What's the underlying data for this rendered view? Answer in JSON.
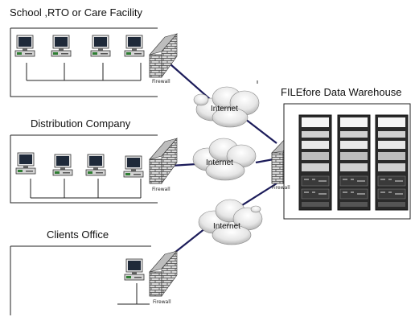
{
  "groups": {
    "school": {
      "title": "School ,RTO or Care Facility"
    },
    "distribution": {
      "title": "Distribution Company"
    },
    "clients": {
      "title": "Clients Office"
    }
  },
  "warehouse": {
    "title": "FILEfore Data Warehouse"
  },
  "firewall_label": "Firewall",
  "cloud_label": "Internet",
  "icons": {
    "computer": "desktop-computer-icon",
    "firewall": "brick-firewall-icon",
    "cloud": "internet-cloud-icon",
    "server": "server-rack-icon"
  }
}
